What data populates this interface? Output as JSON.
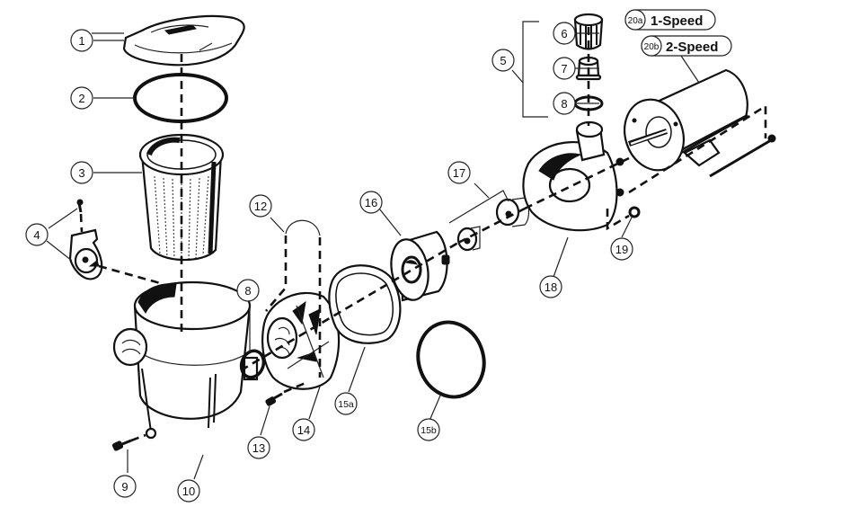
{
  "diagram": {
    "title": "Pool pump exploded parts diagram",
    "colors": {
      "ink": "#111111",
      "background": "#ffffff"
    },
    "callouts": [
      {
        "id": "1",
        "part": "strainer-lid"
      },
      {
        "id": "2",
        "part": "lid-o-ring"
      },
      {
        "id": "3",
        "part": "strainer-basket"
      },
      {
        "id": "4",
        "part": "drain-plug-bracket"
      },
      {
        "id": "5",
        "part": "union-assembly"
      },
      {
        "id": "6",
        "part": "union-nut"
      },
      {
        "id": "7",
        "part": "union-tailpiece"
      },
      {
        "id": "8",
        "part": "o-ring"
      },
      {
        "id": "8",
        "part": "o-ring"
      },
      {
        "id": "9",
        "part": "drain-screw"
      },
      {
        "id": "10",
        "part": "strainer-housing"
      },
      {
        "id": "12",
        "part": "clamp"
      },
      {
        "id": "13",
        "part": "screw"
      },
      {
        "id": "14",
        "part": "diffuser-cover"
      },
      {
        "id": "15a",
        "part": "gasket"
      },
      {
        "id": "15b",
        "part": "o-ring-large"
      },
      {
        "id": "16",
        "part": "impeller-diffuser"
      },
      {
        "id": "17",
        "part": "shaft-seal"
      },
      {
        "id": "18",
        "part": "seal-plate-volute"
      },
      {
        "id": "19",
        "part": "nut"
      }
    ],
    "motor_options": [
      {
        "id": "20a",
        "label": "1-Speed"
      },
      {
        "id": "20b",
        "label": "2-Speed"
      }
    ]
  }
}
